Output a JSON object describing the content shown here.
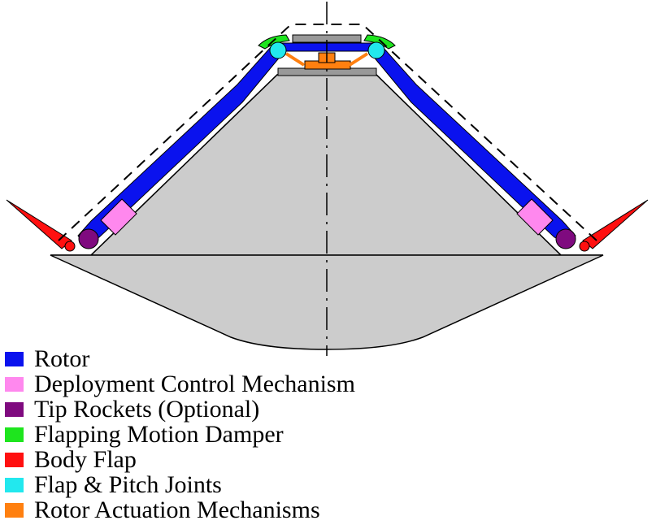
{
  "legend": [
    {
      "label": "Rotor",
      "color": "#0a12ee",
      "key": "rotor"
    },
    {
      "label": "Deployment Control Mechanism",
      "color": "#ff88ee",
      "key": "deployment-control-mechanism"
    },
    {
      "label": "Tip Rockets (Optional)",
      "color": "#7f0a7f",
      "key": "tip-rockets"
    },
    {
      "label": "Flapping Motion Damper",
      "color": "#1ee51e",
      "key": "flapping-motion-damper"
    },
    {
      "label": "Body Flap",
      "color": "#ff1010",
      "key": "body-flap"
    },
    {
      "label": "Flap & Pitch Joints",
      "color": "#22e8ee",
      "key": "flap-pitch-joints"
    },
    {
      "label": "Rotor Actuation Mechanisms",
      "color": "#ff8010",
      "key": "rotor-actuation-mechanisms"
    }
  ],
  "colors": {
    "body": "#cccccc",
    "hub_plate": "#999999",
    "outline": "#000000"
  }
}
